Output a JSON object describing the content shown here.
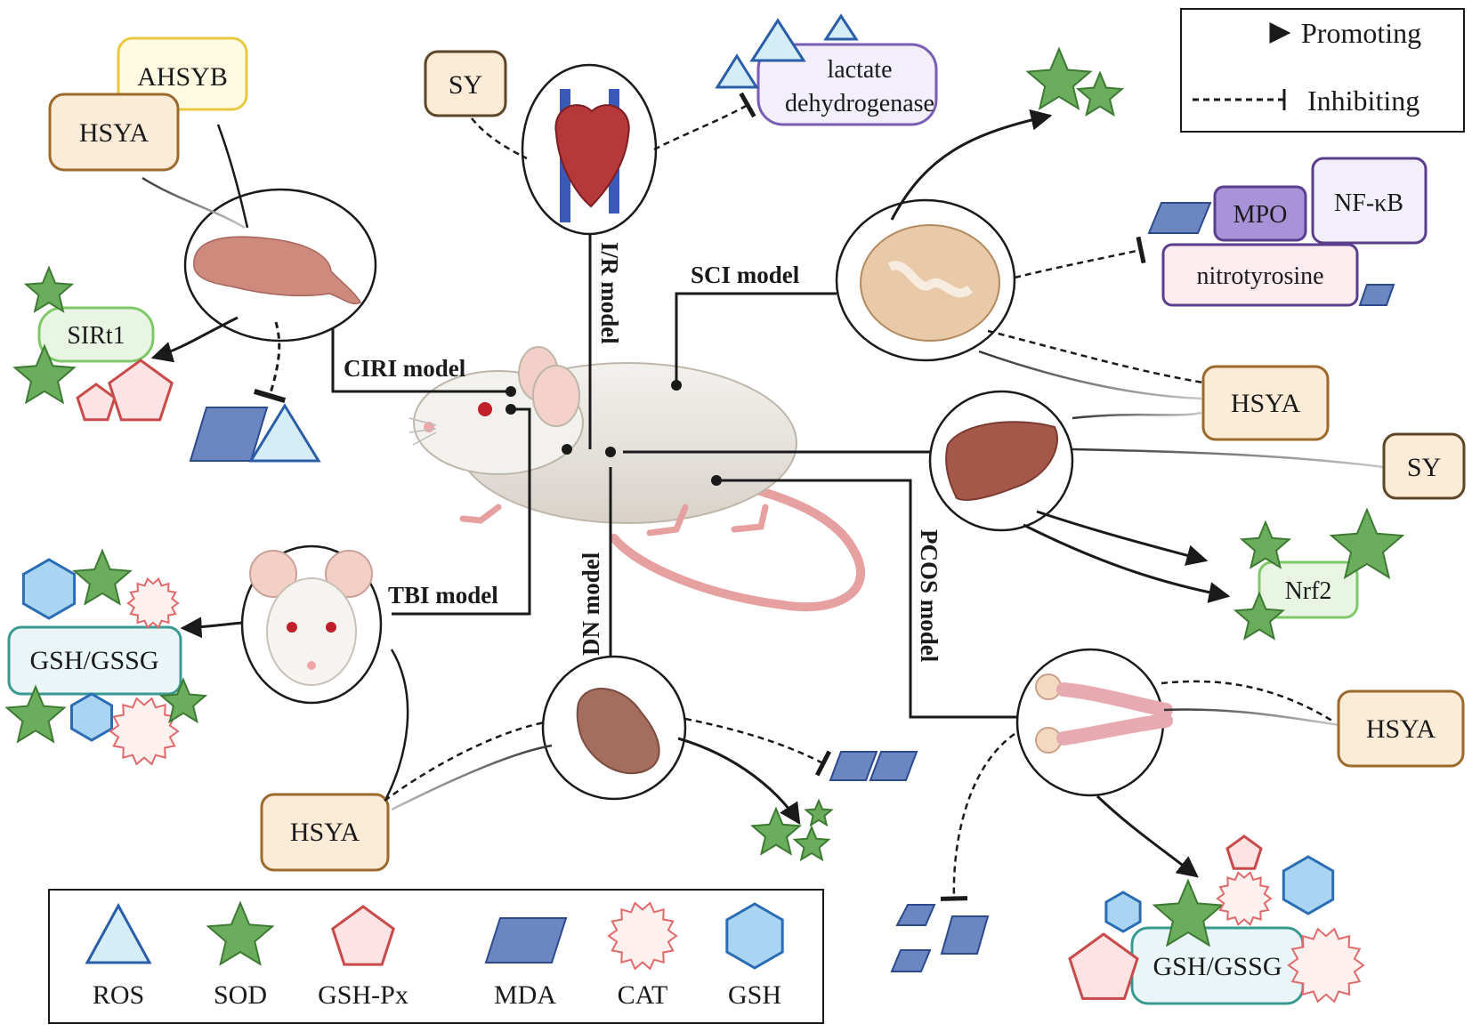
{
  "legend_arrows": {
    "promoting": "Promoting",
    "inhibiting": "Inhibiting"
  },
  "legend_shapes": {
    "ros": "ROS",
    "sod": "SOD",
    "gsh_px": "GSH-Px",
    "mda": "MDA",
    "cat": "CAT",
    "gsh": "GSH"
  },
  "models": {
    "ciri": "CIRI model",
    "ir": "I/R model",
    "sci": "SCI model",
    "tbi": "TBI model",
    "dn": "DN model",
    "pcos": "PCOS model"
  },
  "labels": {
    "ahsyb": "AHSYB",
    "hsya_brain": "HSYA",
    "sirt1": "SIRt1",
    "sy_heart": "SY",
    "ldh": [
      "lactate",
      "dehydrogenase"
    ],
    "mpo": "MPO",
    "nfkb": "NF-κB",
    "nitrotyrosine": "nitrotyrosine",
    "hsya_spine": "HSYA",
    "sy_liver": "SY",
    "nrf2": "Nrf2",
    "gsh_gssg_left": "GSH/GSSG",
    "hsya_kidney": "HSYA",
    "hsya_ovary": "HSYA",
    "gsh_gssg_bottom": "GSH/GSSG"
  },
  "colors": {
    "ros_fill": "#d5edf7",
    "ros_stroke": "#2b5ea8",
    "sod_fill": "#6aad5c",
    "sod_stroke": "#3e7a34",
    "gshpx_fill": "#fde3e3",
    "gshpx_stroke": "#c94a4a",
    "mda_fill": "#6c86c2",
    "mda_stroke": "#2d4a8c",
    "cat_fill": "#fff0f0",
    "cat_stroke": "#e06a6a",
    "gsh_fill": "#a9d4f2",
    "gsh_stroke": "#2b6db5",
    "hsya_fill": "#fcebd6",
    "hsya_stroke": "#9b6a2c",
    "sy_stroke": "#5e4628",
    "ahsyb_stroke": "#e8c840",
    "green_box": "#7fc86a",
    "purple_box": "#5a3e8c",
    "teal_box": "#3a9a92"
  }
}
